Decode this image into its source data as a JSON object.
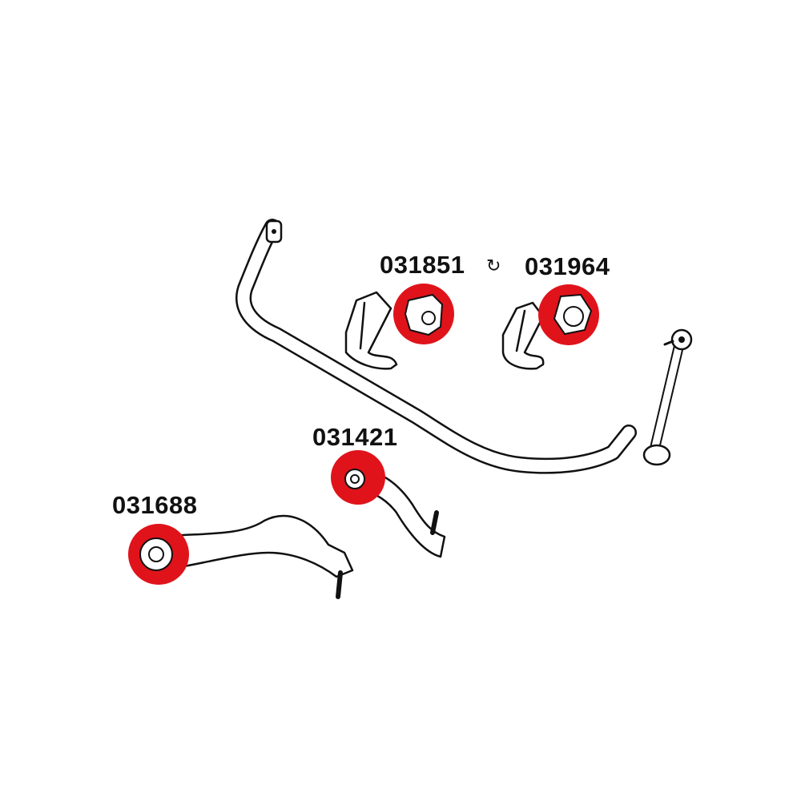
{
  "parts": [
    {
      "id": "part-031851",
      "number": "031851"
    },
    {
      "id": "part-031964",
      "number": "031964"
    },
    {
      "id": "part-031421",
      "number": "031421"
    },
    {
      "id": "part-031688",
      "number": "031688"
    }
  ],
  "swap_symbol": "↻",
  "colors": {
    "highlight": "#e0131b",
    "line": "#111111"
  }
}
